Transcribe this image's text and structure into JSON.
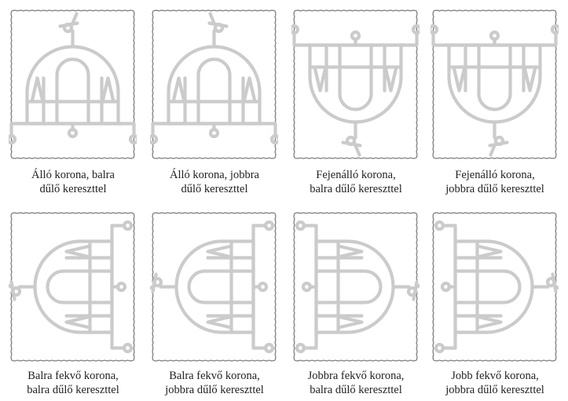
{
  "colors": {
    "perforation": "#777777",
    "crown": "#cbcbcb",
    "caption": "#222222"
  },
  "icons": [
    "crown-standing-left-cross",
    "crown-standing-right-cross",
    "crown-upside-down-left-cross",
    "crown-upside-down-right-cross",
    "crown-lying-left-left-cross",
    "crown-lying-left-right-cross",
    "crown-lying-right-left-cross",
    "crown-lying-right-right-cross"
  ],
  "stamps": [
    {
      "line1": "Álló korona, balra",
      "line2": "dűlő kereszttel"
    },
    {
      "line1": "Álló korona, jobbra",
      "line2": "dűlő kereszttel"
    },
    {
      "line1": "Fejenálló korona,",
      "line2": "balra dűlő kereszttel"
    },
    {
      "line1": "Fejenálló korona,",
      "line2": "jobbra dűlő kereszttel"
    },
    {
      "line1": "Balra fekvő korona,",
      "line2": "balra dűlő kereszttel"
    },
    {
      "line1": "Balra fekvő korona,",
      "line2": "jobbra dűlő kereszttel"
    },
    {
      "line1": "Jobbra fekvő korona,",
      "line2": "balra dűlő kereszttel"
    },
    {
      "line1": "Jobb fekvő korona,",
      "line2": "jobbra dűlő kereszttel"
    }
  ]
}
